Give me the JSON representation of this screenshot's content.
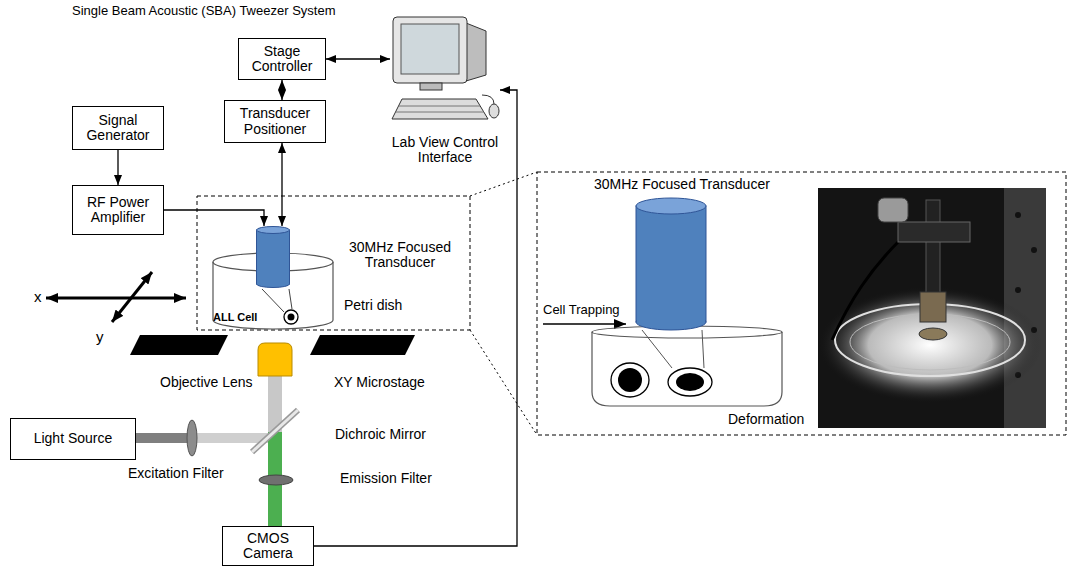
{
  "diagram": {
    "title": "Single Beam Acoustic (SBA) Tweezer System",
    "nodes": [
      {
        "text": [
          "Stage Controller"
        ]
      },
      {
        "text": [
          "Lab View Control Interface"
        ]
      },
      {
        "text": [
          "Signal Generator"
        ]
      },
      {
        "text": [
          "Transducer Positioner"
        ]
      },
      {
        "text": [
          "RF Power Amplifier"
        ]
      },
      {
        "text": [
          "30MHz Focused Transducer"
        ]
      },
      {
        "text": [
          "Light Source"
        ]
      },
      {
        "text": [
          "CMOS Camera"
        ]
      }
    ],
    "edges": [
      {
        "from": 0,
        "to": 3,
        "arrow": "both"
      },
      {
        "from": 0,
        "to": 1,
        "arrow": "both"
      },
      {
        "from": 2,
        "to": 4,
        "arrow": "to"
      },
      {
        "from": 4,
        "to": 5,
        "arrow": "to"
      },
      {
        "from": 3,
        "to": 5,
        "arrow": "both"
      },
      {
        "from": 7,
        "to": 1,
        "arrow": "to"
      }
    ],
    "labels": [
      "Petri dish",
      "ALL Cell",
      "x",
      "y",
      "Objective Lens",
      "XY Microstage",
      "Dichroic Mirror",
      "Excitation Filter",
      "Emission Filter",
      "30MHz Focused Transducer",
      "Cell Trapping",
      "Deformation"
    ]
  }
}
